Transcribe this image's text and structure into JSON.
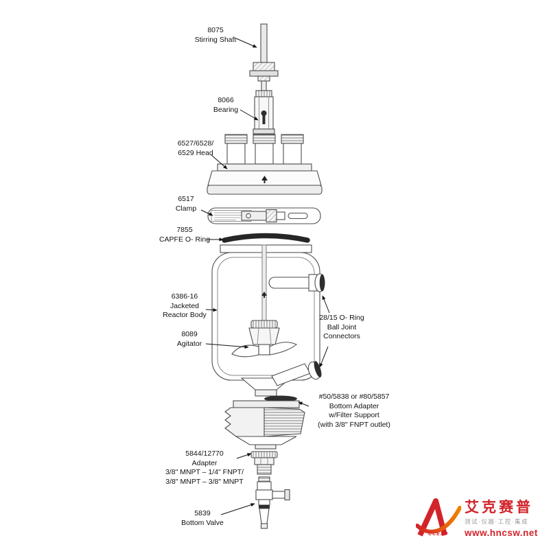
{
  "labels": {
    "stirring_shaft": [
      "8075",
      "Stirring Shaft"
    ],
    "bearing": [
      "8066",
      "Bearing"
    ],
    "head": [
      "6527/6528/",
      "6529 Head"
    ],
    "clamp": [
      "6517",
      "Clamp"
    ],
    "capfe_o_ring": [
      "7855",
      "CAPFE O- Ring"
    ],
    "reactor_body": [
      "6386-16",
      "Jacketed",
      "Reactor Body"
    ],
    "agitator": [
      "8089",
      "Agitator"
    ],
    "ball_joint_connectors": [
      "28/15 O- Ring",
      "Ball Joint",
      "Connectors"
    ],
    "bottom_adapter": [
      "#50/5838 or #80/5857",
      "Bottom Adapter",
      "w/Filter Support",
      "(with 3/8\" FNPT outlet)"
    ],
    "adapter": [
      "5844/12770",
      "Adapter",
      "3/8\" MNPT – 1/4\" FNPT/",
      "3/8\" MNPT – 3/8\" MNPT"
    ],
    "bottom_valve": [
      "5839",
      "Bottom Valve"
    ]
  },
  "logo": {
    "letters": "CCEXP",
    "brand": "艾克赛普",
    "tagline": "测试·仪器·工控·集成",
    "url": "www.hncsw.net",
    "accent_red": "#d2232a",
    "swoosh_orange": "#f08300"
  }
}
